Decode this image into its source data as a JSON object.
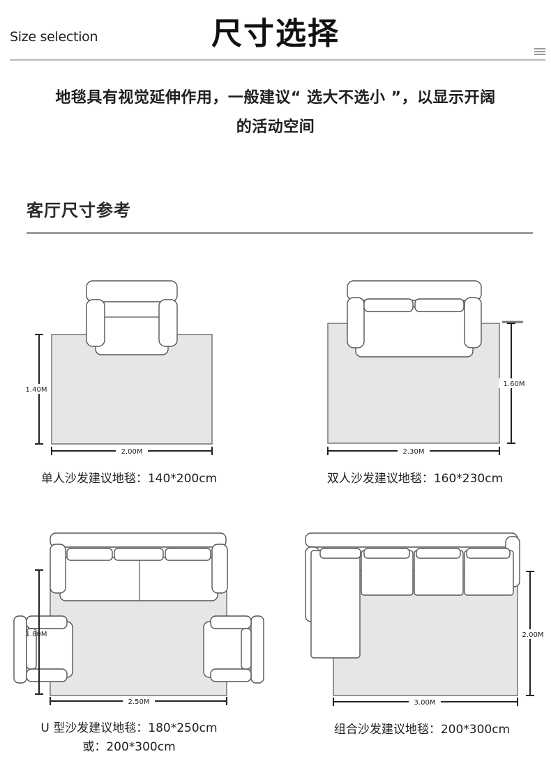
{
  "header": {
    "english_title": "Size selection",
    "chinese_title": "尺寸选择",
    "menu_icon": "hamburger-icon"
  },
  "intro": {
    "line1": "地毯具有视觉延伸作用，一般建议“ 选大不选小 ”，以显示开阔",
    "line2": "的活动空间"
  },
  "section": {
    "title": "客厅尺寸参考"
  },
  "layouts": [
    {
      "width_label": "2.00M",
      "height_label": "1.40M",
      "caption": "单人沙发建议地毯：140*200cm"
    },
    {
      "width_label": "2.30M",
      "height_label": "1.60M",
      "caption": "双人沙发建议地毯：160*230cm"
    },
    {
      "width_label": "2.50M",
      "height_label": "1.80M",
      "caption": "U 型沙发建议地毯：180*250cm",
      "caption2": "或：200*300cm"
    },
    {
      "width_label": "3.00M",
      "height_label": "2.00M",
      "caption": "组合沙发建议地毯：200*300cm"
    }
  ],
  "colors": {
    "rug_fill": "#e6e6e6",
    "line": "#333333",
    "rule": "#b9b9b9"
  }
}
